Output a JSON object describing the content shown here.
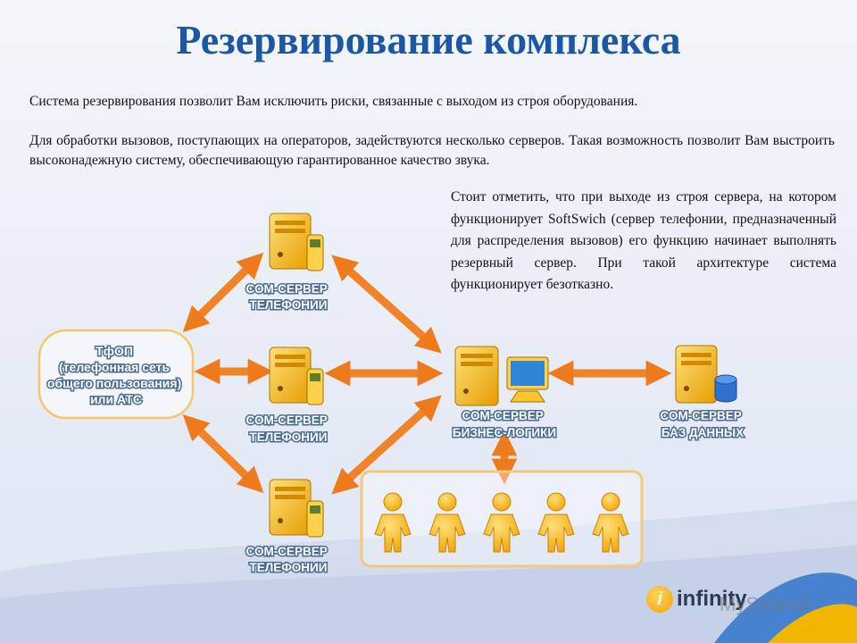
{
  "title": "Резервирование комплекса",
  "paragraphs": {
    "p1": "Система резервирования позволит Вам исключить риски, связанные с выходом из строя оборудования.",
    "p2": "Для обработки вызовов, поступающих на операторов, задействуются несколько серверов. Такая возможность позволит Вам выстроить высоконадежную систему, обеспечивающую гарантированное качество звука.",
    "p3": "Стоит отметить, что при выходе из строя сервера, на котором функционирует SoftSwich (сервер телефонии, предназначенный для распределения вызовов) его функцию начинает выполнять резервный сервер. При такой архитектуре система функционирует безотказно."
  },
  "nodes": {
    "pstn": {
      "lines": [
        "ТфОП",
        "(телефонная сеть",
        "общего пользования)",
        "или АТС"
      ]
    },
    "tel1": {
      "lines": [
        "СОМ-СЕРВЕР",
        "ТЕЛЕФОНИИ"
      ]
    },
    "tel2": {
      "lines": [
        "СОМ-СЕРВЕР",
        "ТЕЛЕФОНИИ"
      ]
    },
    "tel3": {
      "lines": [
        "СОМ-СЕРВЕР",
        "ТЕЛЕФОНИИ"
      ]
    },
    "biz": {
      "lines": [
        "СОМ-СЕРВЕР",
        "БИЗНЕС-ЛОГИКИ"
      ]
    },
    "db": {
      "lines": [
        "СОМ-СЕРВЕР",
        "БАЗ ДАННЫХ"
      ]
    }
  },
  "operators_count": 5,
  "logo": {
    "icon": "i",
    "text": "infinity"
  },
  "watermark": "MyShared",
  "colors": {
    "title": "#1c57a5",
    "arrow": "#f07a1c",
    "server": "#f5b514",
    "operator": "#f7b21a",
    "group_border": "#f3c87a"
  }
}
